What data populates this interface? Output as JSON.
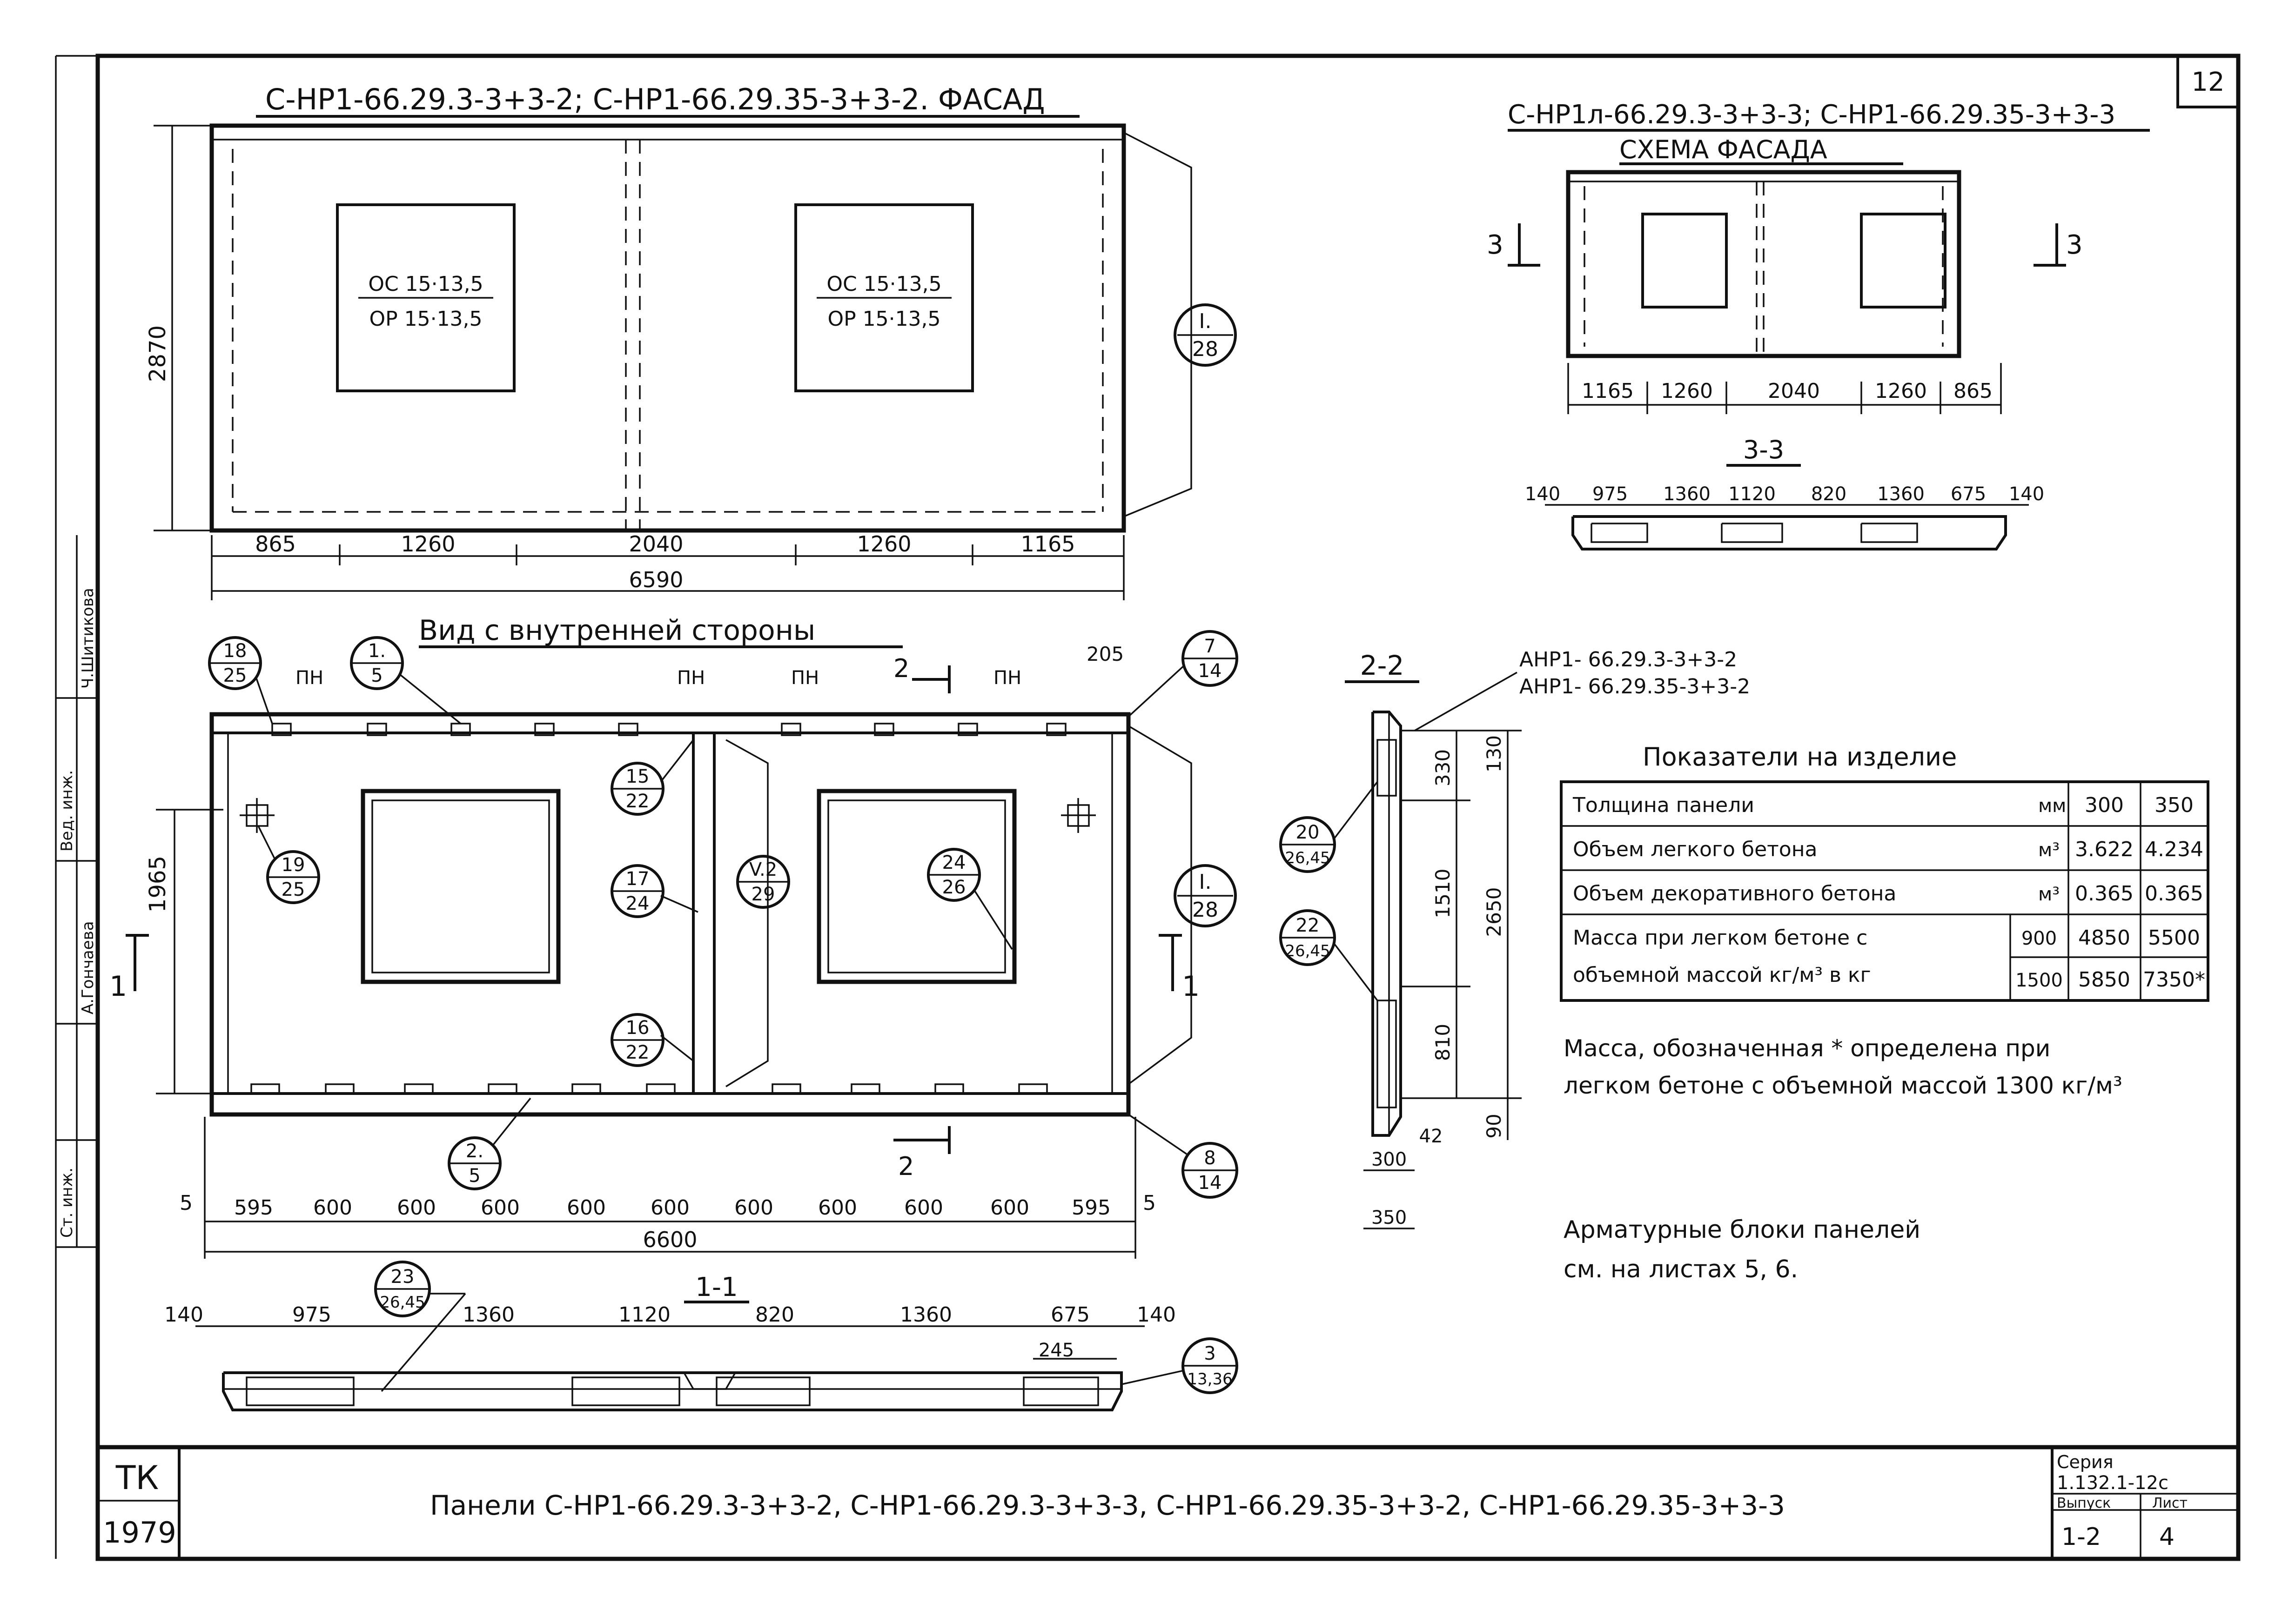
{
  "sheet_number": "12",
  "facade1": {
    "title": "С-НР1-66.29.3-3+3-2;  С-НР1-66.29.35-3+3-2. ФАСАД",
    "window_label_top": "ОС 15·13,5",
    "window_label_bottom": "ОР 15·13,5",
    "height_dim": "2870",
    "callout_top": "I.",
    "callout_bottom": "28",
    "dims": [
      "865",
      "1260",
      "2040",
      "1260",
      "1165"
    ],
    "overall": "6590"
  },
  "scheme": {
    "title_line1": "С-НР1л-66.29.3-3+3-3; С-НР1-66.29.35-3+3-3",
    "title_line2": "СХЕМА   ФАСАДА",
    "section_left": "3",
    "section_right": "3",
    "dims": [
      "1165",
      "1260",
      "2040",
      "1260",
      "865"
    ],
    "section_title": "3-3",
    "section_dims": [
      "140",
      "975",
      "1360",
      "1120",
      "820",
      "1360",
      "675",
      "140"
    ]
  },
  "interior": {
    "title": "Вид с внутренней стороны",
    "pn": "ПН",
    "dim_205": "205",
    "section_mark": "2",
    "side_mark": "1",
    "height_dim": "1965",
    "callouts": [
      {
        "t": "18",
        "b": "25"
      },
      {
        "t": "1.",
        "b": "5"
      },
      {
        "t": "7",
        "b": "14"
      },
      {
        "t": "15",
        "b": "22"
      },
      {
        "t": "17",
        "b": "24"
      },
      {
        "t": "V.2",
        "b": "29"
      },
      {
        "t": "19",
        "b": "25"
      },
      {
        "t": "24",
        "b": "26"
      },
      {
        "t": "I.",
        "b": "28"
      },
      {
        "t": "16",
        "b": "22"
      },
      {
        "t": "2.",
        "b": "5"
      },
      {
        "t": "8",
        "b": "14"
      }
    ],
    "bottom_dims": [
      "5",
      "595",
      "600",
      "600",
      "600",
      "600",
      "600",
      "600",
      "600",
      "600",
      "600",
      "595",
      "5"
    ],
    "overall": "6600"
  },
  "section11": {
    "title": "1-1",
    "dims": [
      "140",
      "975",
      "1360",
      "1120",
      "820",
      "1360",
      "675",
      "140"
    ],
    "dim_245": "245",
    "callout_23": {
      "t": "23",
      "b": "26,45"
    },
    "callout_3": {
      "t": "3",
      "b": "13,36"
    }
  },
  "section22": {
    "title": "2-2",
    "label1": "АНР1- 66.29.3-3+3-2",
    "label2": "АНР1- 66.29.35-3+3-2",
    "dims": [
      "330",
      "130",
      "1510",
      "2650",
      "810",
      "90",
      "42",
      "300",
      "350"
    ],
    "callout_20": {
      "t": "20",
      "b": "26,45"
    },
    "callout_22": {
      "t": "22",
      "b": "26,45"
    }
  },
  "indicators": {
    "title": "Показатели на изделие",
    "rows": [
      {
        "label": "Толщина панели",
        "unit": "мм",
        "sub": "",
        "v300": "300",
        "v350": "350"
      },
      {
        "label": "Объем легкого бетона",
        "unit": "м³",
        "sub": "",
        "v300": "3.622",
        "v350": "4.234"
      },
      {
        "label": "Объем декоративного бетона",
        "unit": "м³",
        "sub": "",
        "v300": "0.365",
        "v350": "0.365"
      }
    ],
    "mass_label1": "Масса при легком бетоне с",
    "mass_label2": "объемной массой  кг/м³ в кг",
    "mass_rows": [
      {
        "density": "900",
        "v300": "4850",
        "v350": "5500"
      },
      {
        "density": "1500",
        "v300": "5850",
        "v350": "7350*"
      }
    ],
    "note_line1": "Масса, обозначенная * определена при",
    "note_line2": "легком бетоне с объемной массой 1300 кг/м³"
  },
  "reinforcement_note": {
    "line1": "Арматурные блоки панелей",
    "line2": "см. на листах 5, 6."
  },
  "title_block": {
    "tk": "ТК",
    "year": "1979",
    "title": "Панели  С-НР1-66.29.3-3+3-2, С-НР1-66.29.3-3+3-3, С-НР1-66.29.35-3+3-2, С-НР1-66.29.35-3+3-3",
    "series_label": "Серия",
    "series": "1.132.1-12с",
    "issue_label": "Выпуск",
    "issue": "1-2",
    "sheet_label": "Лист",
    "sheet": "4"
  },
  "stamp": {
    "rows": [
      "Ч.Шитикова",
      "А.Гончаева",
      "Вед. инж.",
      "Ст. инж."
    ]
  }
}
